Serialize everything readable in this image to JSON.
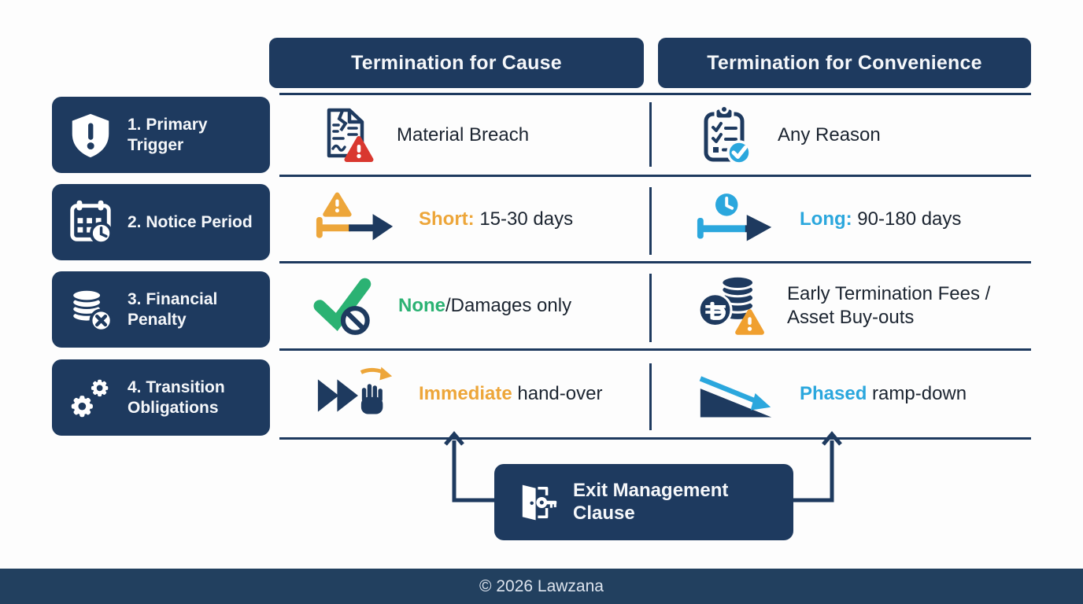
{
  "title_hint": "Termination comparison matrix",
  "colors": {
    "navy": "#1e3a5f",
    "orange": "#eda63a",
    "red": "#d9382f",
    "blue": "#2ba7dd",
    "green": "#2bb273",
    "text": "#1b2430"
  },
  "columns": [
    {
      "label": "Termination for Cause"
    },
    {
      "label": "Termination for Convenience"
    }
  ],
  "rows": [
    {
      "label": "1. Primary Trigger",
      "label_icon": "shield-exclamation-icon",
      "cause": {
        "icon": "torn-document-warning-icon",
        "highlight": "",
        "highlight_color": "",
        "text": "Material Breach"
      },
      "convenience": {
        "icon": "clipboard-check-icon",
        "highlight": "",
        "highlight_color": "",
        "text": "Any Reason"
      }
    },
    {
      "label": "2. Notice Period",
      "label_icon": "calendar-clock-icon",
      "cause": {
        "icon": "timeline-warning-arrow-icon",
        "highlight": "Short:",
        "highlight_color": "#eda63a",
        "text": " 15-30 days"
      },
      "convenience": {
        "icon": "timeline-clock-arrow-icon",
        "highlight": "Long:",
        "highlight_color": "#2ba7dd",
        "text": " 90-180 days"
      }
    },
    {
      "label": "3. Financial Penalty",
      "label_icon": "coins-cancel-icon",
      "cause": {
        "icon": "check-prohibit-icon",
        "highlight": "None",
        "highlight_color": "#2bb273",
        "text": "/Damages only"
      },
      "convenience": {
        "icon": "peso-coins-warning-icon",
        "highlight": "",
        "highlight_color": "",
        "text": "Early Termination Fees / Asset Buy-outs"
      }
    },
    {
      "label": "4. Transition Obligations",
      "label_icon": "gears-icon",
      "cause": {
        "icon": "fast-forward-hand-icon",
        "highlight": "Immediate",
        "highlight_color": "#eda63a",
        "text": " hand-over"
      },
      "convenience": {
        "icon": "ramp-down-icon",
        "highlight": "Phased",
        "highlight_color": "#2ba7dd",
        "text": " ramp-down"
      }
    }
  ],
  "exit_box": {
    "label": "Exit Management Clause",
    "icon": "exit-door-key-icon"
  },
  "footer": {
    "copyright": "© 2026 Lawzana"
  }
}
